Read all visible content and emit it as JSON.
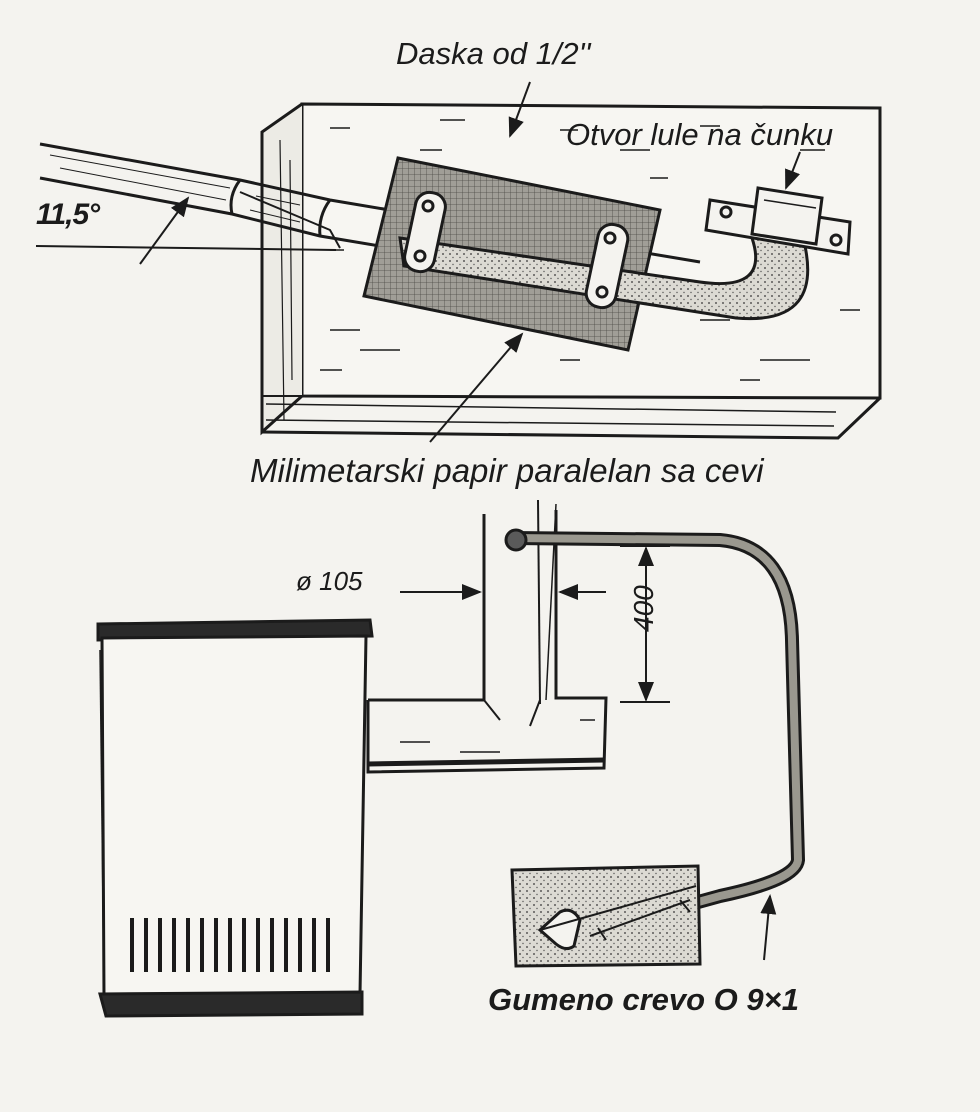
{
  "diagram": {
    "labels": {
      "board": "Daska od 1/2''",
      "pipe_opening": "Otvor lule na čunku",
      "angle": "11,5°",
      "graph_paper": "Milimetarski papir paralelan sa cevi",
      "diameter": "ø 105",
      "height": "400",
      "hose": "Gumeno crevo O 9×1"
    },
    "colors": {
      "ink": "#1b1b1b",
      "paper": "#f4f3ef",
      "grid_paper": "#8c8a84"
    }
  }
}
